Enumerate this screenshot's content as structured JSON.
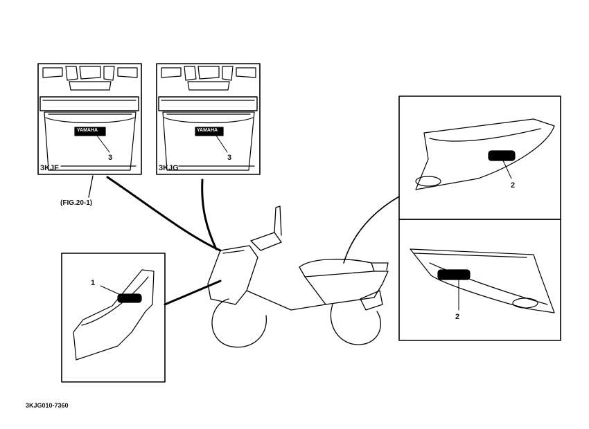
{
  "panels": {
    "top_left": {
      "model_code": "3KJF",
      "part_label": "3",
      "emblem_text": "YAMAHA",
      "fig_ref": "(FIG.20-1)"
    },
    "top_middle": {
      "model_code": "3KJG",
      "part_label": "3",
      "emblem_text": "YAMAHA"
    },
    "right_upper": {
      "part_label": "2"
    },
    "right_lower": {
      "part_label": "2"
    },
    "left_lower": {
      "part_label": "1"
    }
  },
  "drawing_code": "3KJG010-7360"
}
